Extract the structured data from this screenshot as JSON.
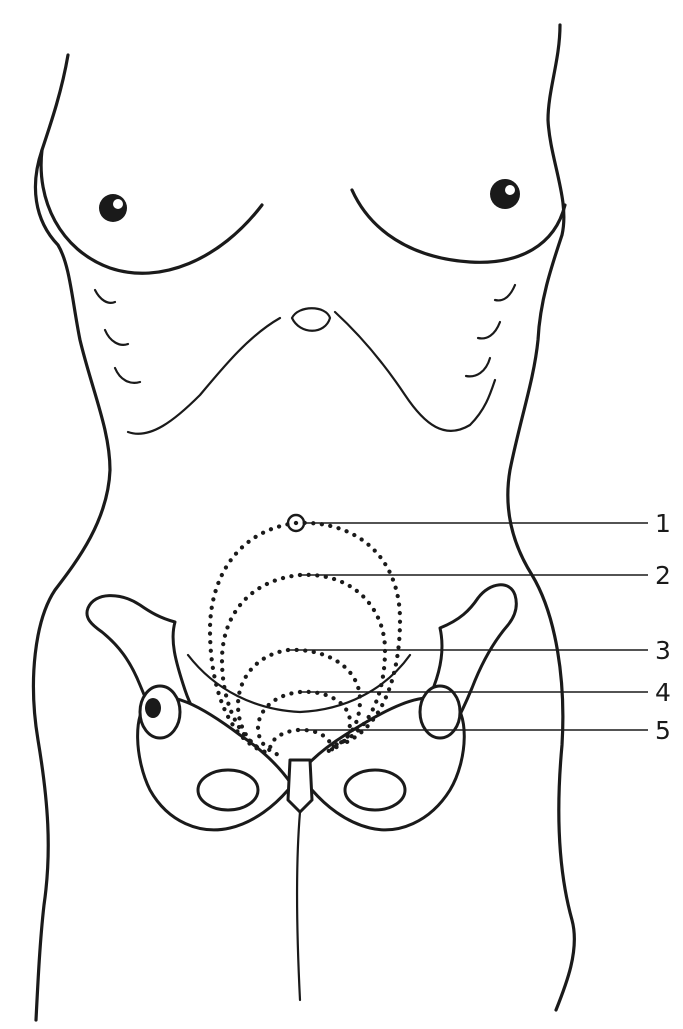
{
  "diagram": {
    "labels": [
      {
        "id": "1",
        "text": "1"
      },
      {
        "id": "2",
        "text": "2"
      },
      {
        "id": "3",
        "text": "3"
      },
      {
        "id": "4",
        "text": "4"
      },
      {
        "id": "5",
        "text": "5"
      }
    ],
    "colors": {
      "ink": "#1a1a1a",
      "background": "#ffffff"
    }
  }
}
